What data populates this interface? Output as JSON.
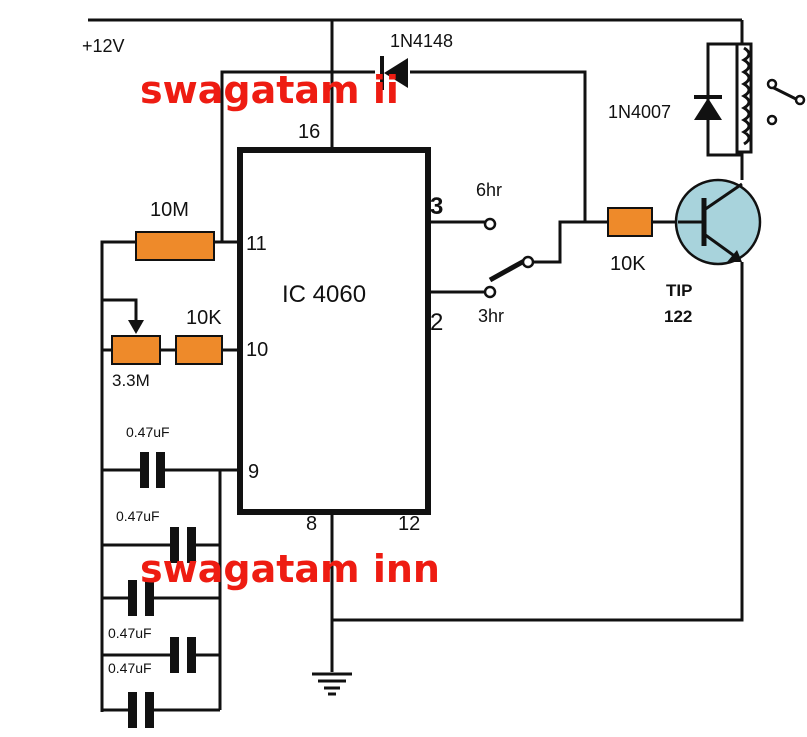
{
  "colors": {
    "wire": "#111111",
    "resistor": "#ee8a2a",
    "transistor": "#a8d3dc",
    "watermark": "#ee1c12"
  },
  "supply": {
    "label": "+12V"
  },
  "ic": {
    "name": "IC 4060",
    "pins": {
      "p16": "16",
      "p11": "11",
      "p10": "10",
      "p9": "9",
      "p8": "8",
      "p12": "12",
      "p3": "3",
      "p2": "2"
    }
  },
  "components": {
    "diode_feedback": "1N4148",
    "diode_relay": "1N4007",
    "r_timing": "10M",
    "r_series": "10K",
    "pot": "3.3M",
    "r_base": "10K",
    "transistor_line1": "TIP",
    "transistor_line2": "122",
    "cap1": "0.47uF",
    "cap2": "0.47uF",
    "cap3": "0.47uF",
    "cap4": "0.47uF"
  },
  "switch": {
    "pos1": "6hr",
    "pos2": "3hr"
  },
  "watermarks": {
    "top": "swagatam ii",
    "bottom": "swagatam inn"
  }
}
